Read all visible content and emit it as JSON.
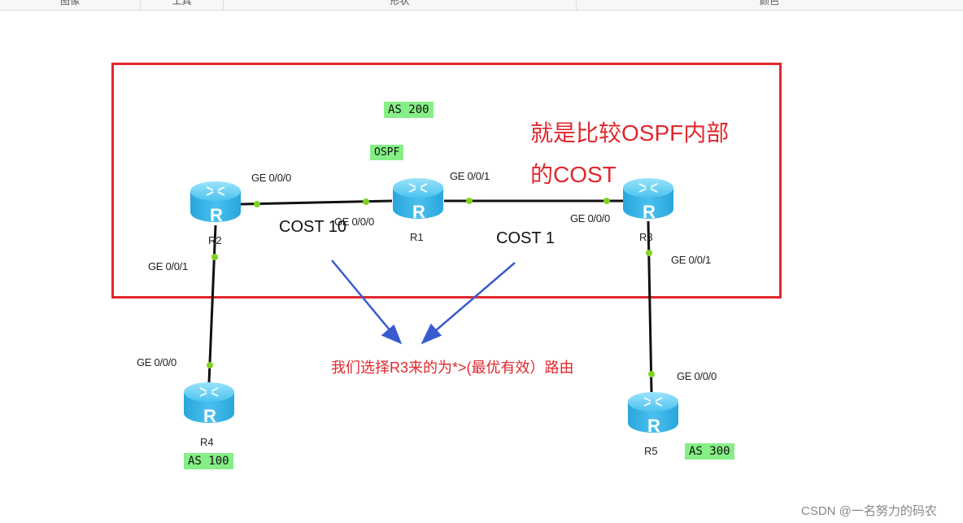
{
  "toolbar": {
    "tabs": [
      "图像",
      "工具",
      "形状",
      "颜色"
    ]
  },
  "diagram": {
    "annotation_main": [
      "就是比较OSPF内部",
      "的COST"
    ],
    "annotation_selection": "我们选择R3来的为*>(最优有效）路由",
    "tags": {
      "as200": "AS 200",
      "ospf": "OSPF",
      "as100": "AS 100",
      "as300": "AS 300"
    },
    "routers": {
      "r1": "R1",
      "r2": "R2",
      "r3": "R3",
      "r4": "R4",
      "r5": "R5"
    },
    "router_icon_letter": "R",
    "interfaces": {
      "r2_g000": "GE 0/0/0",
      "r1_g000": "GE 0/0/0",
      "r1_g001": "GE 0/0/1",
      "r3_g000": "GE 0/0/0",
      "r2_g001": "GE 0/0/1",
      "r4_g000": "GE 0/0/0",
      "r3_g001": "GE 0/0/1",
      "r5_g000": "GE 0/0/0"
    },
    "costs": {
      "r2_r1": "COST 10",
      "r1_r3": "COST 1"
    },
    "colors": {
      "highlight_border": "#e0282e",
      "annotation_text": "#e0282e",
      "arrow": "#3a5bd0",
      "tag_background": "#86ee86",
      "port_dot": "#7ed321",
      "router_body": "#35b6ea"
    }
  },
  "watermark": "CSDN @一名努力的码农"
}
